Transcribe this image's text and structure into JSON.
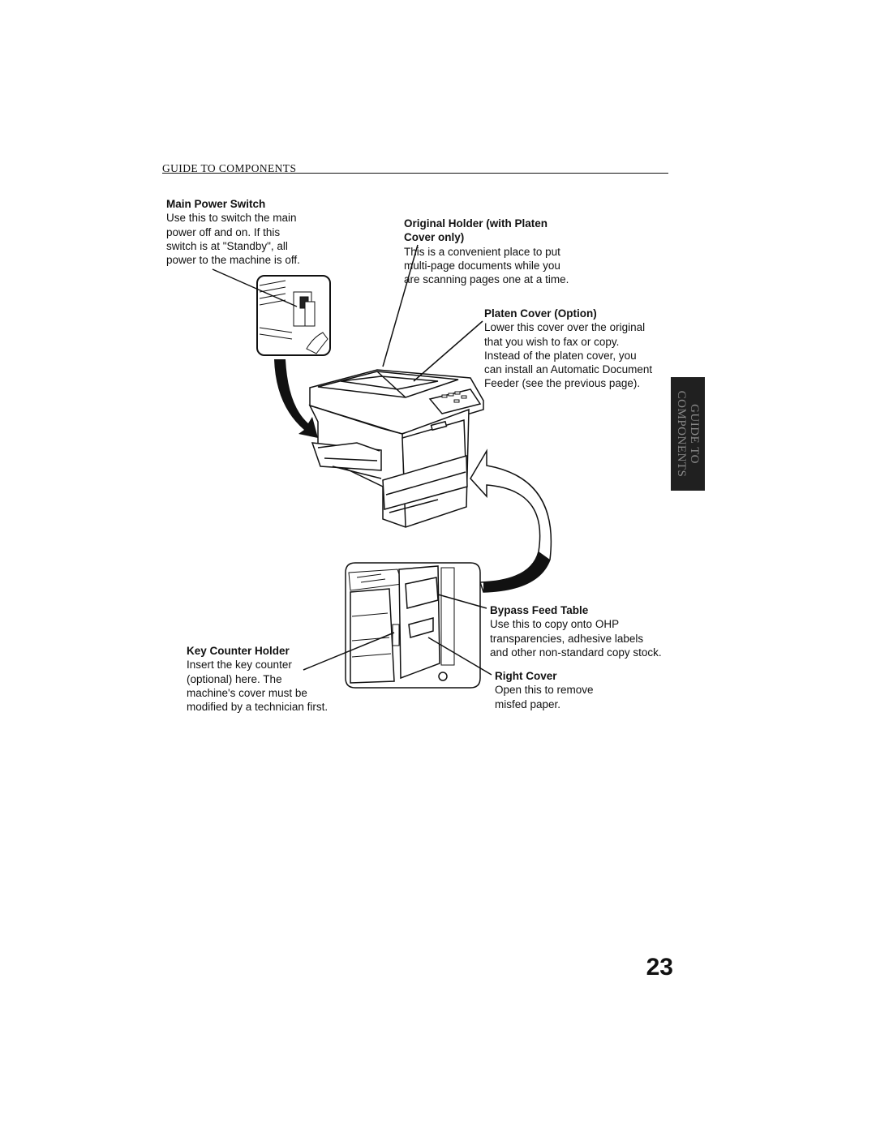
{
  "header": {
    "title": "GUIDE TO COMPONENTS"
  },
  "side_tab": {
    "text": "GUIDE TO\nCOMPONENTS"
  },
  "callouts": {
    "main_power_switch": {
      "title": "Main Power Switch",
      "body": "Use this to switch the main\npower off and on. If this\nswitch is at \"Standby\", all\npower to the machine is off."
    },
    "original_holder": {
      "title": "Original Holder (with Platen\nCover only)",
      "body": "This is a convenient place to put\nmulti-page documents while you\nare scanning pages one at a time."
    },
    "platen_cover": {
      "title": "Platen Cover (Option)",
      "body": "Lower this cover over the original\nthat you wish to fax or copy.\nInstead of the platen cover, you\ncan install an Automatic Document\nFeeder (see the previous page)."
    },
    "bypass_feed_table": {
      "title": "Bypass Feed Table",
      "body": "Use this to copy onto OHP\ntransparencies, adhesive labels\nand other non-standard copy stock."
    },
    "key_counter_holder": {
      "title": "Key Counter Holder",
      "body": "Insert the key counter\n(optional) here. The\nmachine's cover must be\nmodified by a technician first."
    },
    "right_cover": {
      "title": "Right Cover",
      "body": "Open this to remove\nmisfed paper."
    }
  },
  "page_number": "23"
}
